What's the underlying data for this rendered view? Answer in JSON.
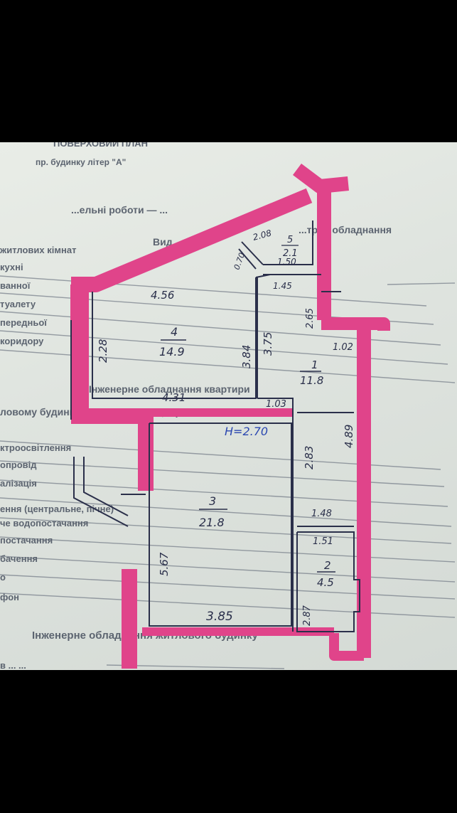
{
  "form": {
    "header_title": "ПОВЕРХОВИЙ ПЛАН",
    "header_sub": "пр. будинку літер \"А\"",
    "work_line": "...ельні роботи — ...",
    "view_line": "Вид ...",
    "equipment_top": "...трие обладнання",
    "apartment_equipment": "Інженерне обладнання квартири",
    "house_equipment": "Інженерне обладнання житлового будинку",
    "house_question": "ловому будинку (квартирі) є (так, ні)",
    "left_labels": [
      "житлових кімнат",
      "кухні",
      "ванної",
      "туалету",
      "передньої",
      "коридору",
      "ктроосвітлення",
      "опровід",
      "алізація",
      "ення (центральне, пічне)",
      "че водопостачання",
      "постачання",
      "бачення",
      "о",
      "фон",
      "в ... ..."
    ]
  },
  "plan": {
    "ceiling_height": "H=2.70",
    "rooms": [
      {
        "number": "1",
        "area": "11.8"
      },
      {
        "number": "2",
        "area": "4.5"
      },
      {
        "number": "3",
        "area": "21.8"
      },
      {
        "number": "4",
        "area": "14.9"
      },
      {
        "number": "5",
        "area": "2.1"
      }
    ],
    "dimensions": [
      "4.56",
      "2.28",
      "4.31",
      "3.84",
      "3.75",
      "2.08",
      "0.70",
      "1.50",
      "1.45",
      "2.65",
      "1.02",
      "1.03",
      "2.83",
      "4.89",
      "1.48",
      "1.51",
      "5.67",
      "3.85",
      "2.87"
    ]
  },
  "colors": {
    "wall": "#e0448a",
    "wall_edge": "#c02a6c",
    "ink": "#2a2f4a",
    "paper": "#e4e9e4"
  }
}
